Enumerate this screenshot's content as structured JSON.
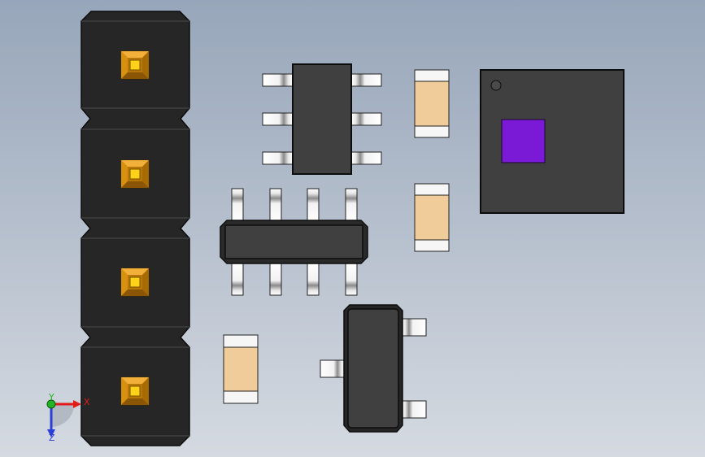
{
  "triad": {
    "x_label": "X",
    "y_label": "Y",
    "z_label": "Z",
    "x_color": "#e21a1a",
    "y_color": "#22b422",
    "z_color": "#2a3fd6"
  },
  "colors": {
    "body_dark": "#262626",
    "body_grey": "#404040",
    "outline": "#111111",
    "pin_gold": "#e8a51a",
    "pin_gold_center": "#ffd21a",
    "ceramic_tan": "#efcc99",
    "thermal_pad": "#7b1ad6",
    "lead_silver": "#f4f4f4"
  },
  "components": [
    {
      "name": "header-connector-4pin",
      "pins": 4
    },
    {
      "name": "soic-8-vertical",
      "pins": 6
    },
    {
      "name": "soic-8-horizontal",
      "pins": 8
    },
    {
      "name": "chip-capacitor",
      "count": 3
    },
    {
      "name": "qfn-package",
      "pins": 0
    },
    {
      "name": "sot-23",
      "pins": 3
    }
  ]
}
